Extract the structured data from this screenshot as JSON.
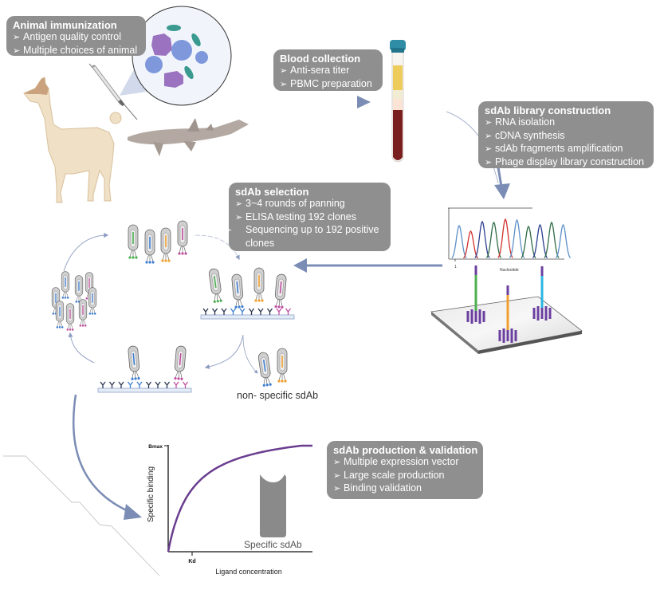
{
  "callouts": {
    "animal_immunization": {
      "title": "Animal immunization",
      "items": [
        "Antigen quality control",
        "Multiple choices of animal"
      ]
    },
    "blood_collection": {
      "title": "Blood collection",
      "items": [
        "Anti-sera titer",
        "PBMC preparation"
      ]
    },
    "library_construction": {
      "title": "sdAb library construction",
      "items": [
        "RNA isolation",
        "cDNA synthesis",
        "sdAb fragments amplification",
        "Phage display library construction"
      ]
    },
    "selection": {
      "title": "sdAb selection",
      "items": [
        "3~4 rounds of panning",
        "ELISA testing 192 clones",
        "Sequencing up to 192 positive clones"
      ]
    },
    "production": {
      "title": "sdAb production & validation",
      "items": [
        "Multiple expression vector",
        "Large scale production",
        "Binding validation"
      ]
    }
  },
  "bullet_glyph": "➢",
  "labels": {
    "non_specific": "non- specific sdAb",
    "specific": "Specific sdAb",
    "chromatogram_xlabel": "Nucleotide",
    "chromatogram_tick": "1"
  },
  "binding_plot": {
    "ylabel": "Specific binding",
    "xlabel": "Ligand concentration",
    "y_tick": "Bmax",
    "x_tick": "Kd"
  },
  "colors": {
    "callout_bg": "#8f8f8f",
    "arrow": "#7b8db5",
    "binding_curve": "#6a3d8f",
    "phage_body": "#cfcfcf",
    "green": "#4caf50",
    "blue": "#3f7fd1",
    "orange": "#f0a030",
    "magenta": "#c04fa0",
    "purple": "#6b3fa0",
    "cyan": "#2bb5e0"
  }
}
